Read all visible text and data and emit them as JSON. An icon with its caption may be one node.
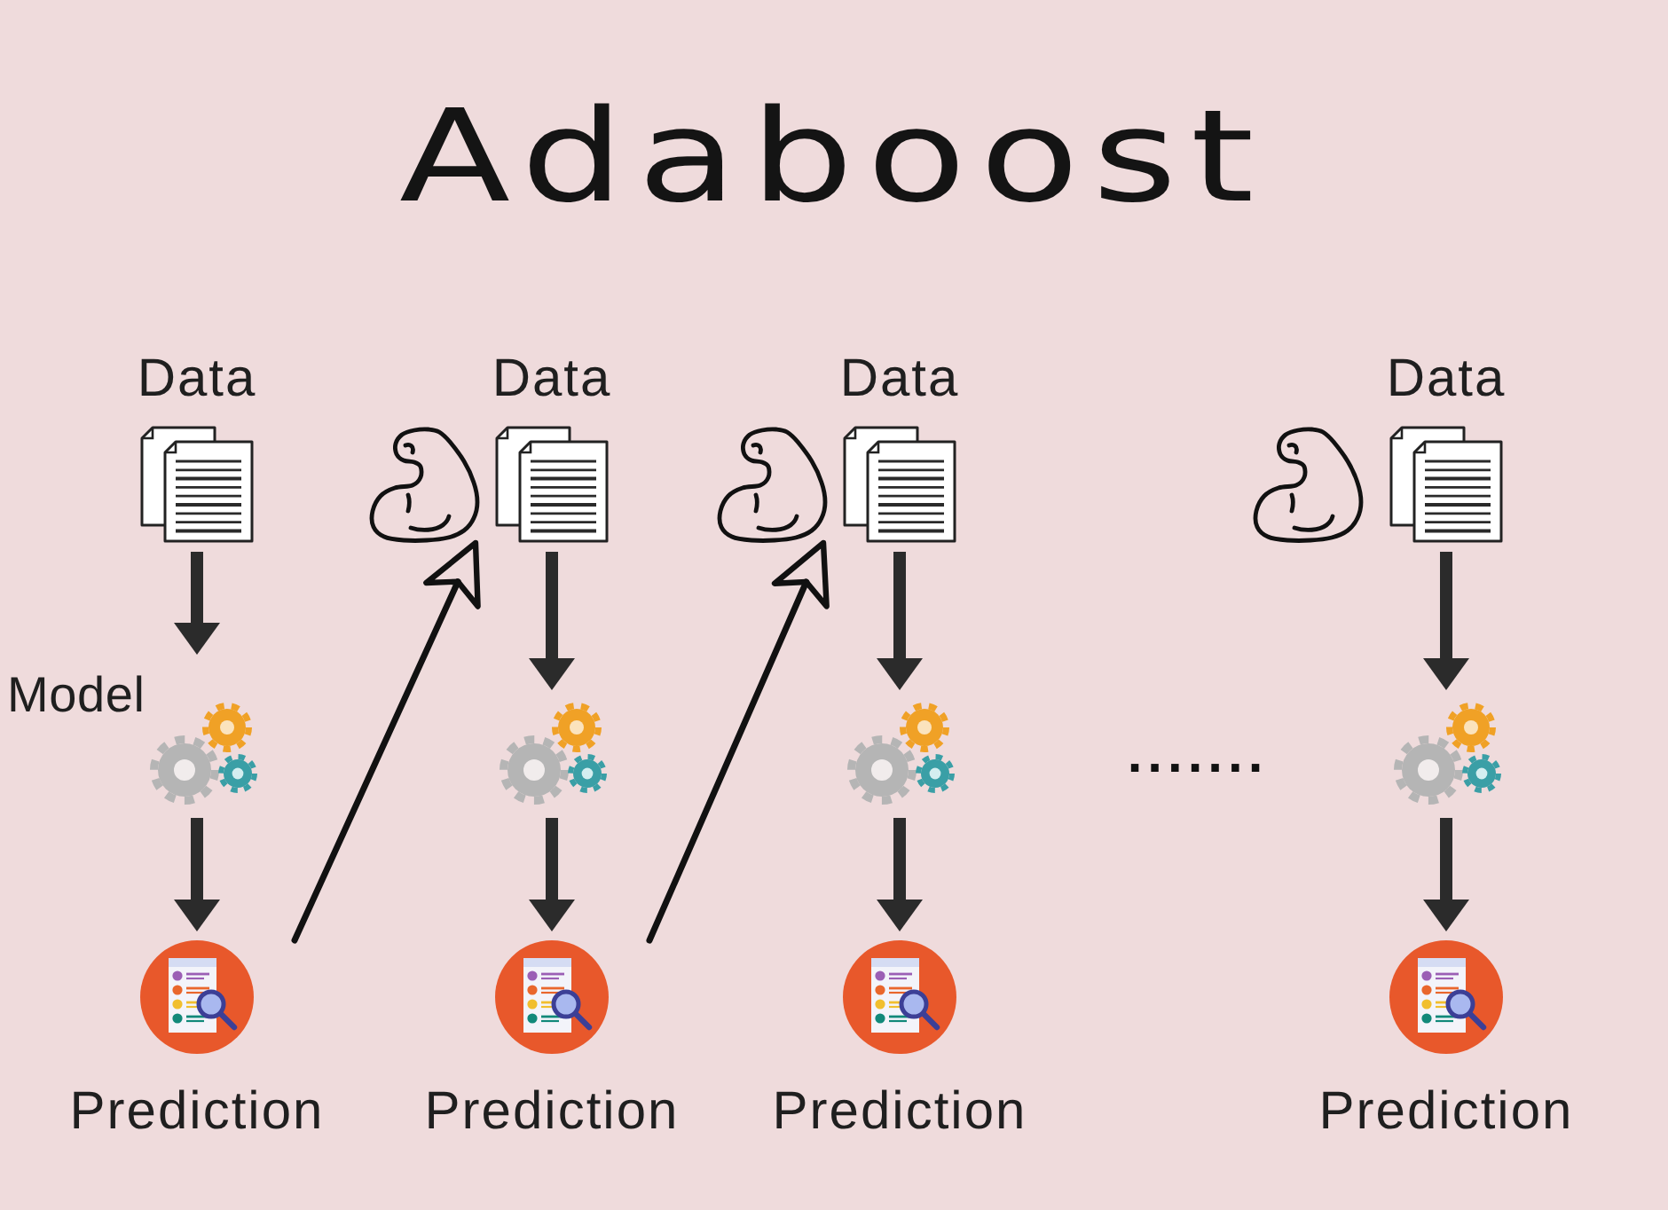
{
  "diagram": {
    "title": "Adaboost",
    "nodes": [
      {
        "text": [
          "Data"
        ]
      },
      {
        "text": [
          "Model"
        ]
      },
      {
        "text": [
          "Prediction"
        ]
      },
      {
        "text": [],
        "shape": "picture"
      },
      {
        "text": [
          "Data"
        ]
      },
      {
        "text": [],
        "shape": "picture"
      },
      {
        "text": [
          "Prediction"
        ]
      },
      {
        "text": [],
        "shape": "picture"
      },
      {
        "text": [
          "Data"
        ]
      },
      {
        "text": [],
        "shape": "picture"
      },
      {
        "text": [
          "Prediction"
        ]
      },
      {
        "text": [],
        "shape": "picture"
      },
      {
        "text": [
          "Data"
        ]
      },
      {
        "text": [],
        "shape": "picture"
      },
      {
        "text": [
          "Prediction"
        ]
      }
    ],
    "edges": [
      {
        "from": 0,
        "to": 1,
        "arrow": "to"
      },
      {
        "from": 1,
        "to": 2,
        "arrow": "to"
      },
      {
        "from": 2,
        "to": 3,
        "arrow": "to"
      },
      {
        "from": 4,
        "to": 5,
        "arrow": "to"
      },
      {
        "from": 5,
        "to": 6,
        "arrow": "to"
      },
      {
        "from": 6,
        "to": 7,
        "arrow": "to"
      },
      {
        "from": 8,
        "to": 9,
        "arrow": "to"
      },
      {
        "from": 9,
        "to": 10,
        "arrow": "to"
      },
      {
        "from": 12,
        "to": 13,
        "arrow": "to"
      },
      {
        "from": 13,
        "to": 14,
        "arrow": "to"
      }
    ],
    "labels": [
      "......."
    ]
  }
}
